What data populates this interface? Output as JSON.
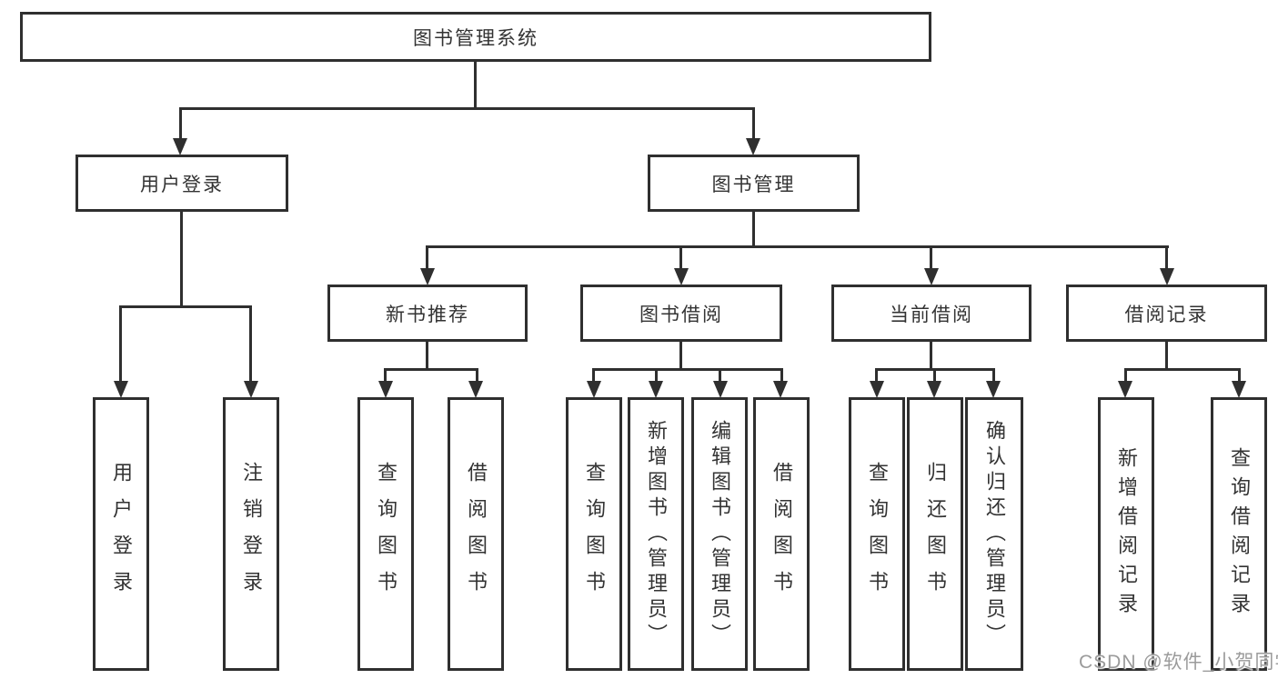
{
  "diagram": {
    "root": "图书管理系统",
    "level2": [
      "用户登录",
      "图书管理"
    ],
    "level3": [
      "新书推荐",
      "图书借阅",
      "当前借阅",
      "借阅记录"
    ],
    "leaves": [
      "用户登录",
      "注销登录",
      "查询图书",
      "借阅图书",
      "查询图书",
      "新增图书（管理员）",
      "编辑图书（管理员）",
      "借阅图书",
      "查询图书",
      "归还图书",
      "确认归还（管理员）",
      "新增借阅记录",
      "查询借阅记录"
    ]
  },
  "watermark": {
    "text": "CSDN @软件_小贺同学"
  },
  "colors": {
    "line": "#2f2f2f",
    "box_border": "#2f2f2f",
    "text": "#333333",
    "background": "#ffffff",
    "watermark": "#9b9b9b"
  }
}
